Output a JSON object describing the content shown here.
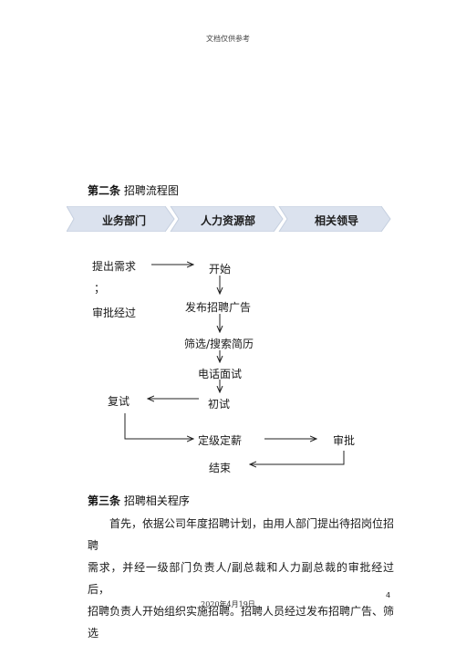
{
  "header": {
    "text": "文档仅供参考"
  },
  "section2": {
    "num": "第二条",
    "title": "招聘流程图"
  },
  "lanes": [
    "业务部门",
    "人力资源部",
    "相关领导"
  ],
  "flow": {
    "n1": "提出需求",
    "n1b": "；",
    "n2": "审批经过",
    "n3": "开始",
    "n4": "发布招聘广告",
    "n5": "筛选/搜索简历",
    "n6": "电话面试",
    "n7": "初试",
    "n8": "复试",
    "n9": "定级定薪",
    "n10": "审批",
    "n11": "结束"
  },
  "section3": {
    "num": "第三条",
    "title": "招聘相关程序"
  },
  "body_lines": [
    "首先，依据公司年度招聘计划，由用人部门提出待招岗位招聘",
    "需求，并经一级部门负责人/副总裁和人力副总裁的审批经过后，",
    "招聘负责人开始组织实施招聘。招聘人员经过发布招聘广告、筛选"
  ],
  "page_number": "4",
  "footer": {
    "date": "2020年4月19日"
  },
  "colors": {
    "chevron_fill": "#dbe2ee",
    "chevron_stroke": "#c5cfdf"
  }
}
